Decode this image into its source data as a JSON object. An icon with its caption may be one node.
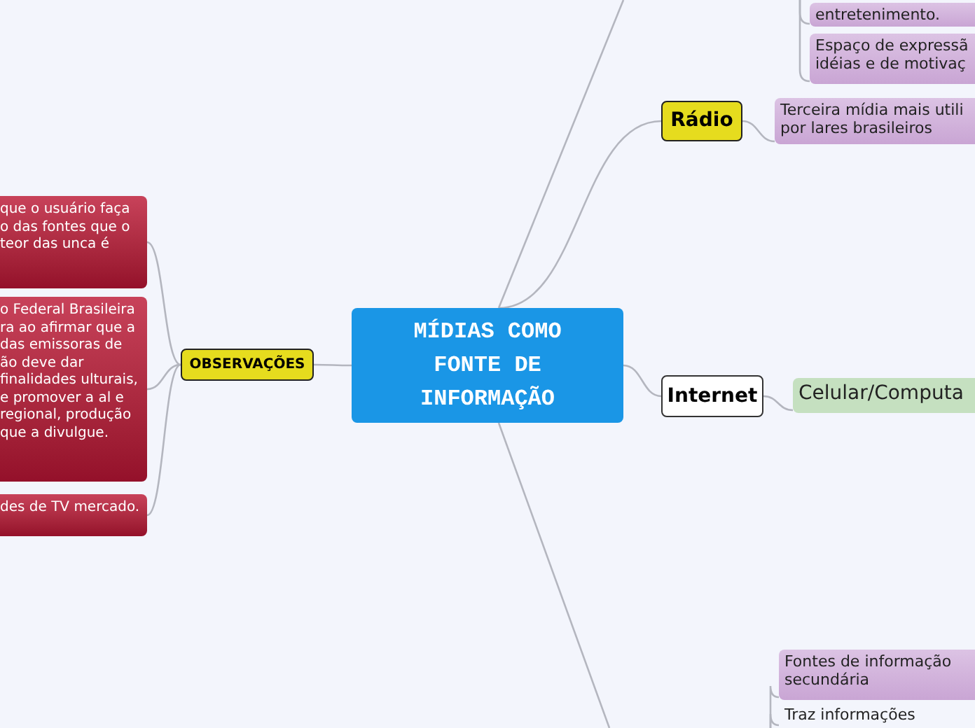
{
  "diagram": {
    "nodes": [
      {
        "text": [
          "MÍDIAS COMO FONTE DE INFORMAÇÃO"
        ]
      },
      {
        "text": [
          "OBSERVAÇÕES"
        ]
      },
      {
        "text": [
          "que o usuário faça o das fontes que o teor das unca é"
        ]
      },
      {
        "text": [
          "o Federal Brasileira ra ao afirmar que a das emissoras de ão deve dar finalidades ulturais, e promover a al e regional, produção que a divulgue."
        ]
      },
      {
        "text": [
          "des de TV mercado."
        ]
      },
      {
        "text": [
          "entretenimento."
        ]
      },
      {
        "text": [
          "Espaço de expressã idéias e de motivaç"
        ]
      },
      {
        "text": [
          "Rádio"
        ]
      },
      {
        "text": [
          "Terceira mídia mais utili por lares brasileiros"
        ]
      },
      {
        "text": [
          "Internet"
        ]
      },
      {
        "text": [
          "Celular/Computa"
        ]
      },
      {
        "text": [
          "Fontes de informação secundária"
        ]
      },
      {
        "text": [
          "Traz informações"
        ]
      }
    ],
    "edges": [
      {
        "from": 0,
        "to": 1,
        "arrow": "none"
      },
      {
        "from": 1,
        "to": 2,
        "arrow": "none"
      },
      {
        "from": 1,
        "to": 3,
        "arrow": "none"
      },
      {
        "from": 1,
        "to": 4,
        "arrow": "none"
      },
      {
        "from": 0,
        "to": null,
        "arrow": "none"
      },
      {
        "from": 0,
        "to": 7,
        "arrow": "none"
      },
      {
        "from": 0,
        "to": 9,
        "arrow": "none"
      },
      {
        "from": 0,
        "to": null,
        "arrow": "none"
      },
      {
        "from": null,
        "to": 5,
        "arrow": "none"
      },
      {
        "from": null,
        "to": 6,
        "arrow": "none"
      },
      {
        "from": 7,
        "to": 8,
        "arrow": "none"
      },
      {
        "from": 9,
        "to": 10,
        "arrow": "none"
      },
      {
        "from": null,
        "to": 11,
        "arrow": "none"
      },
      {
        "from": null,
        "to": 12,
        "arrow": "none"
      }
    ]
  }
}
